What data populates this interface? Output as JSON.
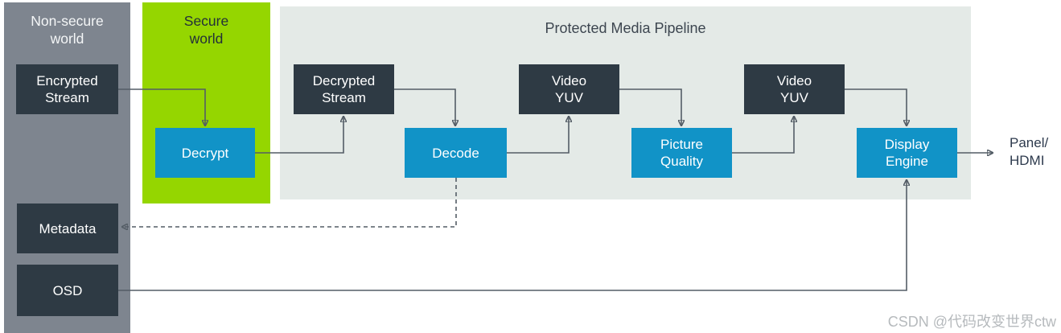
{
  "diagram": {
    "regions": {
      "non_secure_world": {
        "label": "Non-secure\nworld"
      },
      "secure_world": {
        "label": "Secure\nworld"
      },
      "pipeline": {
        "title": "Protected Media Pipeline"
      }
    },
    "nodes": {
      "encrypted_stream": {
        "label": "Encrypted\nStream"
      },
      "decrypt": {
        "label": "Decrypt"
      },
      "decrypted_stream": {
        "label": "Decrypted\nStream"
      },
      "decode": {
        "label": "Decode"
      },
      "video_yuv_1": {
        "label": "Video\nYUV"
      },
      "picture_quality": {
        "label": "Picture\nQuality"
      },
      "video_yuv_2": {
        "label": "Video\nYUV"
      },
      "display_engine": {
        "label": "Display\nEngine"
      },
      "metadata": {
        "label": "Metadata"
      },
      "osd": {
        "label": "OSD"
      }
    },
    "outputs": {
      "panel_hdmi": {
        "label": "Panel/\nHDMI"
      }
    },
    "watermark": {
      "text": "CSDN @代码改变世界ctw"
    },
    "colors": {
      "non_secure_bg": "#7e858f",
      "secure_bg": "#95d600",
      "pipeline_bg": "#e4eae7",
      "dark_node_bg": "#2e3a44",
      "blue_node_bg": "#1193c7",
      "connector": "#545d66",
      "title_text": "#3d4650",
      "panel_text": "#2d3a4d",
      "watermark_text": "#b6babd"
    }
  }
}
